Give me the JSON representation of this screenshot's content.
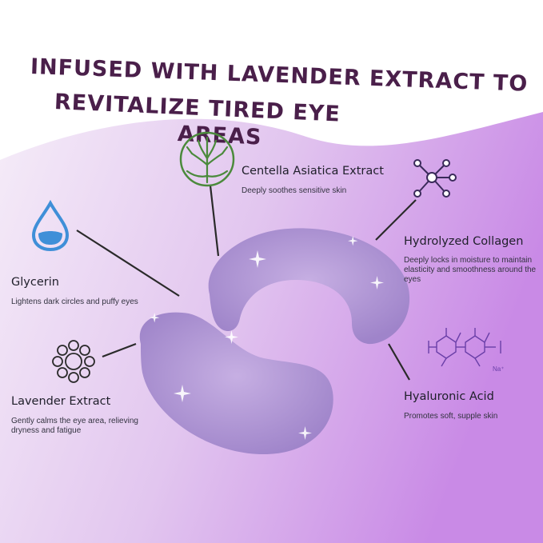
{
  "headline": {
    "line1": "INFUSED WITH LAVENDER EXTRACT",
    "line2": "TO REVITALIZE TIRED EYE AREAS",
    "line3": "TO REVITALIZE TIRED EYE AREAS"
  },
  "headline_display": {
    "line1": "Infused with Lavender Extract to",
    "line2": "Revitalize Tired Eye",
    "line3": "Areas"
  },
  "ingredients": {
    "centella": {
      "title": "Centella Asiatica Extract",
      "desc": "Deeply soothes sensitive skin",
      "icon": "tree-icon"
    },
    "collagen": {
      "title": "Hydrolyzed Collagen",
      "desc": "Deeply locks in moisture to maintain elasticity and smoothness around the eyes",
      "icon": "molecule-icon"
    },
    "glycerin": {
      "title": "Glycerin",
      "desc": "Lightens dark circles and puffy eyes",
      "icon": "water-drop-icon"
    },
    "lavender": {
      "title": "Lavender Extract",
      "desc": "Gently calms the eye area, relieving dryness and fatigue",
      "icon": "flower-ring-icon"
    },
    "hyaluronic": {
      "title": "Hyaluronic Acid",
      "desc": "Promotes soft, supple skin",
      "icon": "chemical-structure-icon"
    }
  },
  "chem_label": "Na⁺",
  "colors": {
    "headline": "#4a1f4a",
    "bg_light": "#f3e8f8",
    "bg_purple": "#c987e6",
    "patch": "#b39ad6",
    "drop_blue": "#3f8fd8"
  }
}
